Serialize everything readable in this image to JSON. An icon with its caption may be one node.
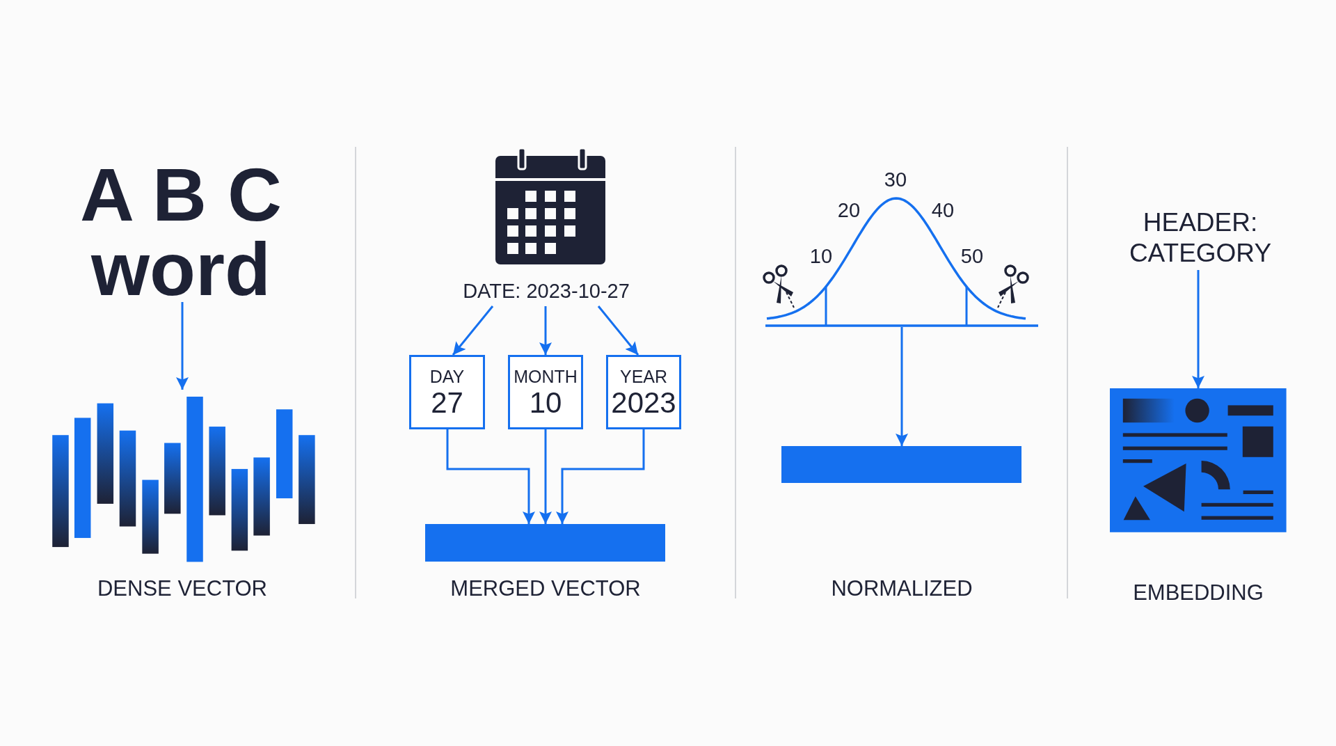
{
  "diagram": {
    "nodes": [
      {
        "text": [
          "A B C",
          "word"
        ]
      },
      {
        "text": [],
        "shape": "picture",
        "beside": [
          "DENSE VECTOR"
        ]
      },
      {
        "text": [
          "DATE: 2023-10-27"
        ]
      },
      {
        "text": [
          "DAY",
          "27"
        ]
      },
      {
        "text": [
          "MONTH",
          "10"
        ]
      },
      {
        "text": [
          "YEAR",
          "2023"
        ]
      },
      {
        "text": [],
        "shape": "bar",
        "beside": [
          "MERGED VECTOR"
        ]
      },
      {
        "text": [
          "30",
          "20",
          "40",
          "10",
          "50"
        ]
      },
      {
        "text": [],
        "shape": "bar"
      },
      {
        "text": [
          "HEADER: CATEGORY"
        ]
      },
      {
        "text": [],
        "shape": "picture",
        "beside": [
          "EMBEDDING"
        ]
      }
    ],
    "edges": [
      {
        "from": 0,
        "to": 1,
        "arrow": "to"
      },
      {
        "from": 2,
        "to": 3,
        "arrow": "to"
      },
      {
        "from": 2,
        "to": 4,
        "arrow": "to"
      },
      {
        "from": 2,
        "to": 5,
        "arrow": "to"
      },
      {
        "from": 3,
        "to": 6,
        "arrow": "to"
      },
      {
        "from": 4,
        "to": 6,
        "arrow": "to"
      },
      {
        "from": 5,
        "to": 6,
        "arrow": "to"
      },
      {
        "from": 7,
        "to": 8,
        "arrow": "to"
      },
      {
        "from": 9,
        "to": 10,
        "arrow": "to"
      }
    ],
    "labels": [
      "NORMALIZED"
    ]
  }
}
